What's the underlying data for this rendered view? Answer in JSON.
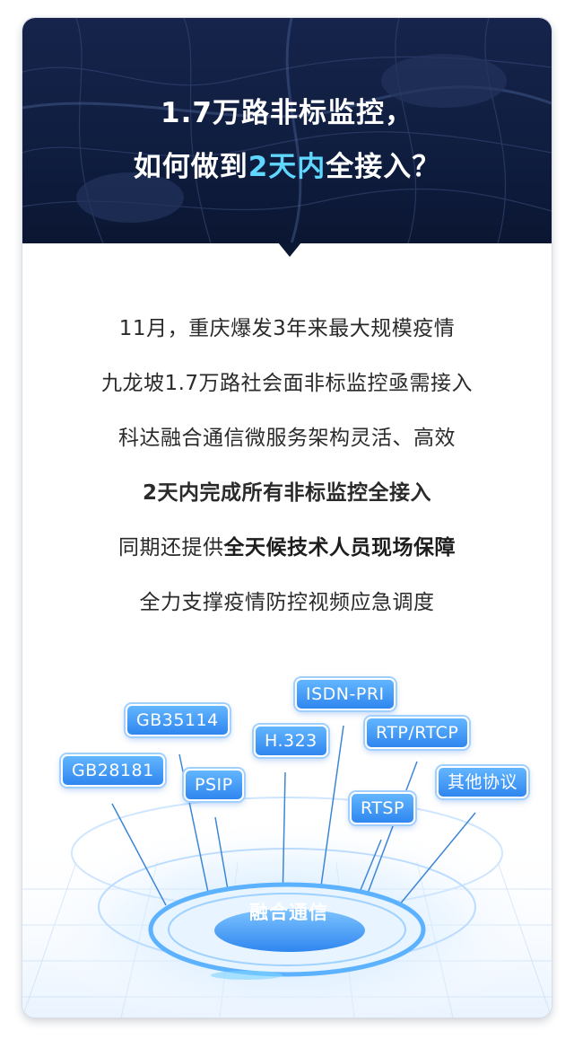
{
  "header": {
    "title_line1": "1.7万路非标监控，",
    "title_line2_prefix": "如何做到",
    "title_line2_accent": "2天内",
    "title_line2_suffix": "全接入？"
  },
  "body": {
    "line1": "11月，重庆爆发3年来最大规模疫情",
    "line2": "九龙坡1.7万路社会面非标监控亟需接入",
    "line3": "科达融合通信微服务架构灵活、高效",
    "line4": "2天内完成所有非标监控全接入",
    "line5_prefix": "同期还提供",
    "line5_bold": "全天候技术人员现场保障",
    "line6": "全力支撑疫情防控视频应急调度"
  },
  "diagram": {
    "center_label": "融合通信",
    "protocols": {
      "gb28181": "GB28181",
      "gb35114": "GB35114",
      "psip": "PSIP",
      "h323": "H.323",
      "isdn": "ISDN-PRI",
      "rtsp": "RTSP",
      "rtp": "RTP/RTCP",
      "other": "其他协议"
    }
  },
  "colors": {
    "header_bg": "#0f1d3f",
    "accent_cyan": "#5fd7ff",
    "tag_blue": "#3a8ef2",
    "text": "#2a2a2a"
  }
}
